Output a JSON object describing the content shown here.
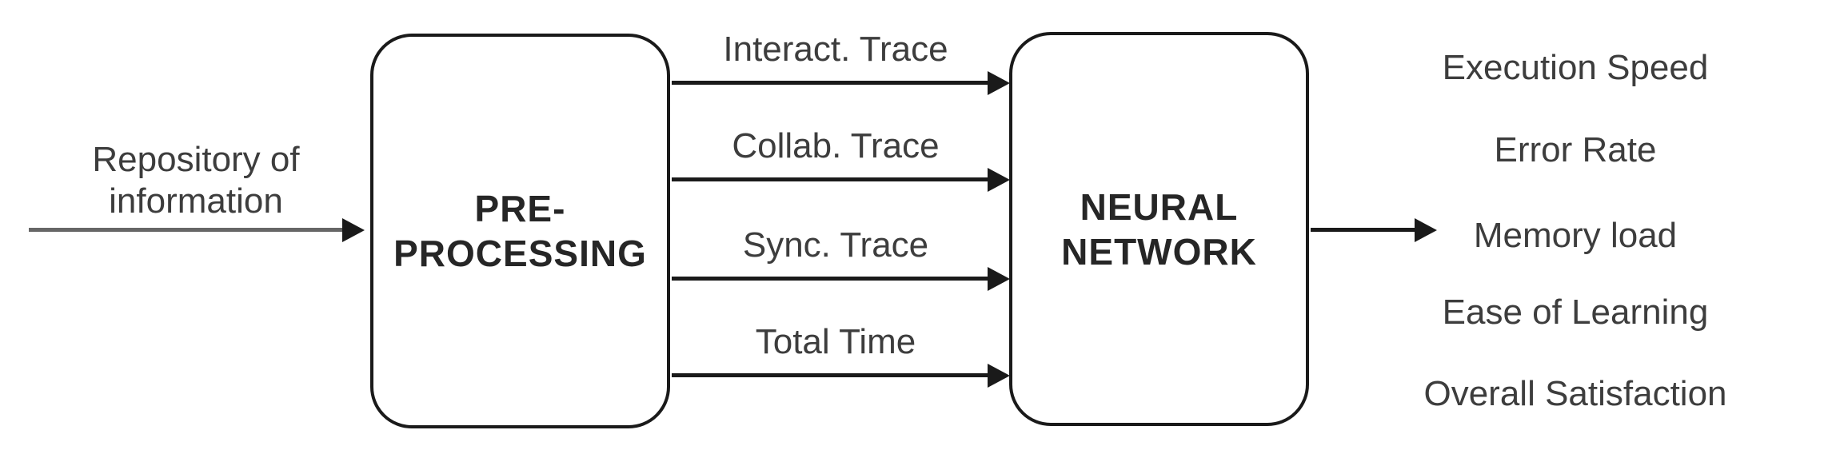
{
  "source": {
    "label_line1": "Repository of",
    "label_line2": "information"
  },
  "boxes": {
    "preprocessing": {
      "title_line1": "PRE-",
      "title_line2": "PROCESSING"
    },
    "neural_network": {
      "title_line1": "NEURAL",
      "title_line2": "NETWORK"
    }
  },
  "traces": [
    {
      "label": "Interact. Trace"
    },
    {
      "label": "Collab. Trace"
    },
    {
      "label": "Sync. Trace"
    },
    {
      "label": "Total Time"
    }
  ],
  "outputs": [
    {
      "label": "Execution Speed"
    },
    {
      "label": "Error Rate"
    },
    {
      "label": "Memory load"
    },
    {
      "label": "Ease of Learning"
    },
    {
      "label": "Overall Satisfaction"
    }
  ],
  "colors": {
    "background": "#ffffff",
    "box_border": "#1a1a1a",
    "arrow": "#1a1a1a",
    "input_arrow_shaft": "#666666",
    "label_text": "#3d3d3d",
    "box_title_text": "#262626"
  }
}
